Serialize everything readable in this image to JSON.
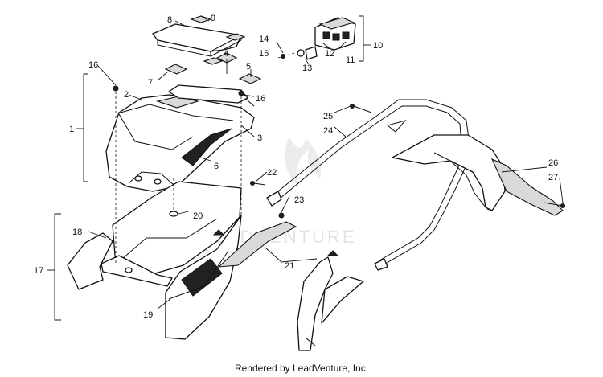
{
  "callouts": [
    {
      "id": "1",
      "label": "1"
    },
    {
      "id": "2",
      "label": "2"
    },
    {
      "id": "3",
      "label": "3"
    },
    {
      "id": "4",
      "label": "4"
    },
    {
      "id": "5",
      "label": "5"
    },
    {
      "id": "6",
      "label": "6"
    },
    {
      "id": "7",
      "label": "7"
    },
    {
      "id": "8",
      "label": "8"
    },
    {
      "id": "9",
      "label": "9"
    },
    {
      "id": "10",
      "label": "10"
    },
    {
      "id": "11",
      "label": "11"
    },
    {
      "id": "12",
      "label": "12"
    },
    {
      "id": "13",
      "label": "13"
    },
    {
      "id": "14",
      "label": "14"
    },
    {
      "id": "15",
      "label": "15"
    },
    {
      "id": "16a",
      "label": "16"
    },
    {
      "id": "16b",
      "label": "16"
    },
    {
      "id": "17",
      "label": "17"
    },
    {
      "id": "18",
      "label": "18"
    },
    {
      "id": "19",
      "label": "19"
    },
    {
      "id": "20",
      "label": "20"
    },
    {
      "id": "21",
      "label": "21"
    },
    {
      "id": "22",
      "label": "22"
    },
    {
      "id": "23",
      "label": "23"
    },
    {
      "id": "24",
      "label": "24"
    },
    {
      "id": "25",
      "label": "25"
    },
    {
      "id": "26",
      "label": "26"
    },
    {
      "id": "27",
      "label": "27"
    }
  ],
  "watermark": "LEADVENTURE",
  "footer": {
    "credit": "Rendered by LeadVenture, Inc."
  }
}
